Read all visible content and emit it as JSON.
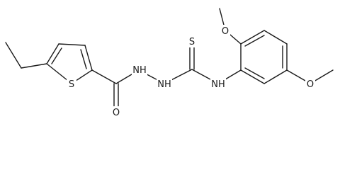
{
  "labels": {
    "s_ring": "S",
    "o_carbonyl": "O",
    "nh1": "NH",
    "nh2": "NH",
    "s_thio": "S",
    "nh3": "NH",
    "o_methoxy1": "O",
    "o_methoxy2": "O"
  }
}
